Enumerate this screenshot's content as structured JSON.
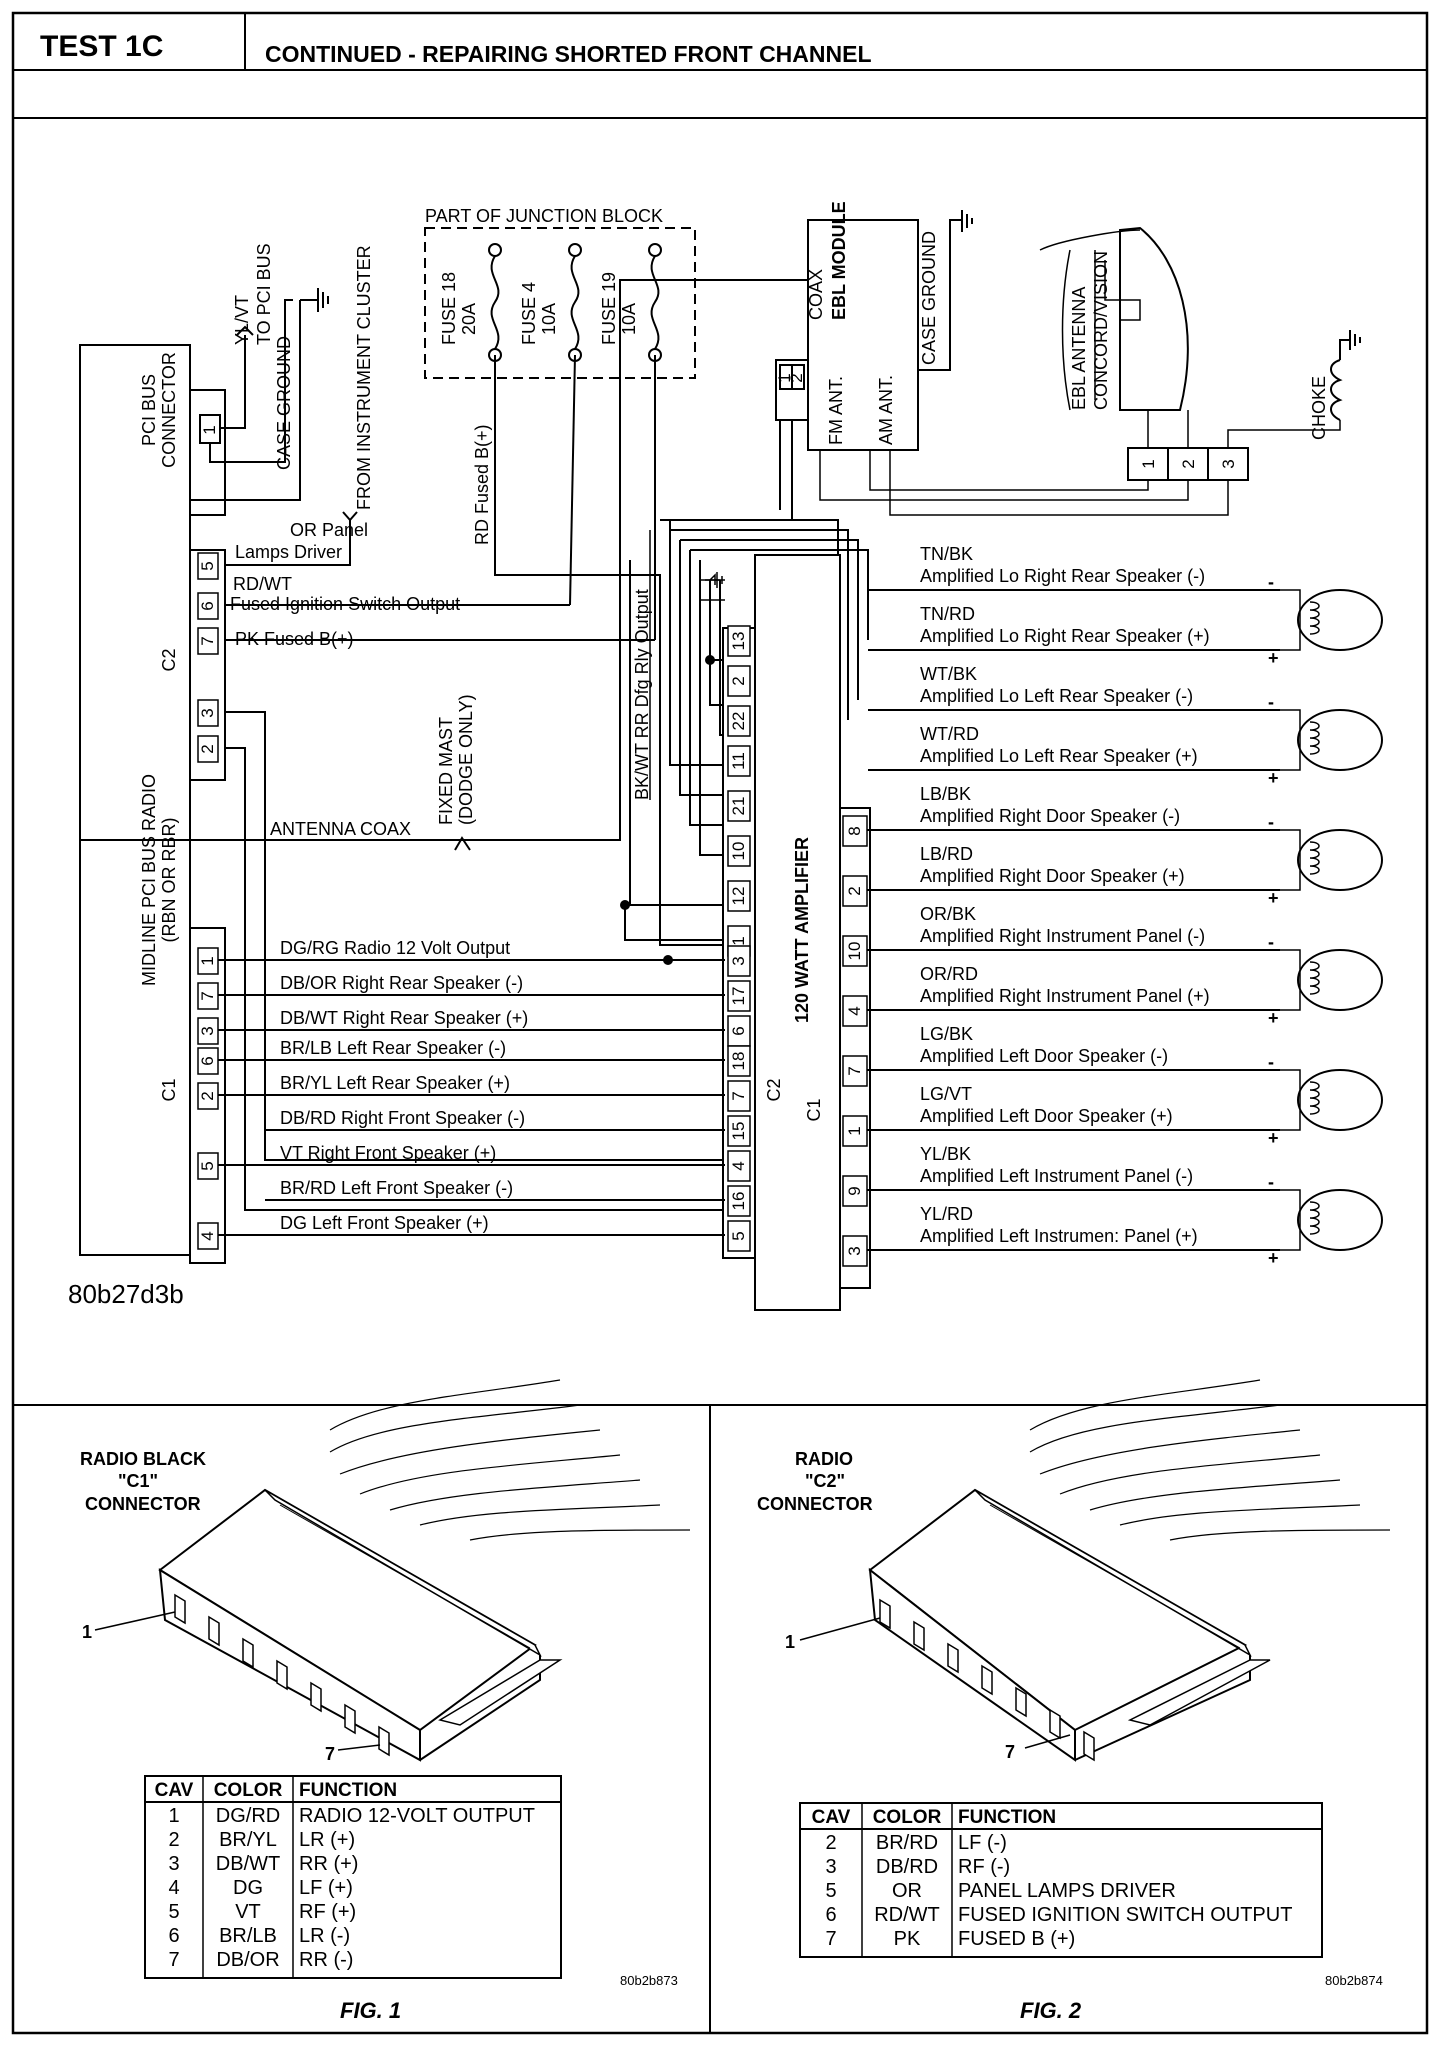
{
  "header": {
    "test_label": "TEST 1C",
    "title": "CONTINUED - REPAIRING SHORTED FRONT CHANNEL"
  },
  "diagram": {
    "junction_block": "PART OF JUNCTION BLOCK",
    "fuses": [
      {
        "name": "FUSE 18",
        "rating": "20A"
      },
      {
        "name": "FUSE 4",
        "rating": "10A"
      },
      {
        "name": "FUSE 19",
        "rating": "10A"
      }
    ],
    "to_pci_bus": "TO PCI BUS",
    "yl_vt": "YL/VT",
    "case_ground": "CASE GROUND",
    "from_instrument_cluster": "FROM INSTRUMENT CLUSTER",
    "pci_bus_connector": [
      "PCI BUS",
      "CONNECTOR"
    ],
    "radio_label": [
      "MIDLINE PCI BUS RADIO",
      "(RBN OR RBR)"
    ],
    "rd_fused_b": "RD Fused B(+)",
    "bk_wt_output": "BK/WT RR Dfg Rly Output",
    "ebl_module": "EBL MODULE",
    "coax": "COAX",
    "fm_ant": "FM ANT.",
    "am_ant": "AM ANT.",
    "ebl_case_ground": "CASE GROUND",
    "ebl_antenna": [
      "EBL ANTENNA",
      "CONCORD/VISION"
    ],
    "choke": "CHOKE",
    "antenna_pins": [
      "1",
      "2",
      "3"
    ],
    "module_pins": [
      "1",
      "2"
    ],
    "fixed_mast": [
      "FIXED MAST",
      "(DODGE ONLY)"
    ],
    "antenna_coax": "ANTENNA COAX",
    "or_panel": [
      "OR Panel",
      "Lamps Driver"
    ],
    "rd_wt": [
      "RD/WT",
      "Fused Ignition Switch Output"
    ],
    "pk_fused": "PK Fused B(+)",
    "c2": "C2",
    "c1": "C1",
    "radio_c2_pins": [
      "5",
      "6",
      "7",
      "3",
      "2"
    ],
    "pci_pin": "1",
    "c1_wires": [
      {
        "pin": "1",
        "amp_pin": "3",
        "label": "DG/RG Radio 12 Volt Output"
      },
      {
        "pin": "7",
        "amp_pin": "17",
        "label": "DB/OR Right Rear Speaker (-)"
      },
      {
        "pin": "3",
        "amp_pin": "6",
        "label": "DB/WT Right Rear Speaker (+)"
      },
      {
        "pin": "6",
        "amp_pin": "18",
        "label": "BR/LB Left Rear Speaker (-)"
      },
      {
        "pin": "2",
        "amp_pin": "7",
        "label": "BR/YL Left Rear Speaker (+)"
      },
      {
        "pin": "",
        "amp_pin": "15",
        "label": "DB/RD Right Front Speaker (-)"
      },
      {
        "pin": "5",
        "amp_pin": "4",
        "label": "VT Right Front Speaker (+)"
      },
      {
        "pin": "",
        "amp_pin": "16",
        "label": "BR/RD Left Front Speaker (-)"
      },
      {
        "pin": "4",
        "amp_pin": "5",
        "label": "DG Left Front Speaker (+)"
      }
    ],
    "amp_upper_pins": [
      "13",
      "2",
      "22",
      "11",
      "21",
      "10",
      "12",
      "1"
    ],
    "amplifier": "120 WATT AMPLIFIER",
    "amp_c2": "C2",
    "amp_c1": "C1",
    "speakers": [
      {
        "pin": "",
        "color": "TN/BK",
        "label": "Amplified Lo Right Rear Speaker (-)"
      },
      {
        "pin": "",
        "color": "TN/RD",
        "label": "Amplified Lo Right Rear Speaker (+)"
      },
      {
        "pin": "",
        "color": "WT/BK",
        "label": "Amplified Lo Left Rear Speaker (-)"
      },
      {
        "pin": "",
        "color": "WT/RD",
        "label": "Amplified Lo Left Rear Speaker (+)"
      },
      {
        "pin": "8",
        "color": "LB/BK",
        "label": "Amplified Right Door Speaker (-)"
      },
      {
        "pin": "2",
        "color": "LB/RD",
        "label": "Amplified Right Door Speaker (+)"
      },
      {
        "pin": "10",
        "color": "OR/BK",
        "label": "Amplified Right Instrument Panel (-)"
      },
      {
        "pin": "4",
        "color": "OR/RD",
        "label": "Amplified Right Instrument Panel (+)"
      },
      {
        "pin": "7",
        "color": "LG/BK",
        "label": "Amplified Left Door Speaker (-)"
      },
      {
        "pin": "1",
        "color": "LG/VT",
        "label": "Amplified Left Door Speaker (+)"
      },
      {
        "pin": "9",
        "color": "YL/BK",
        "label": "Amplified Left Instrument Panel (-)"
      },
      {
        "pin": "3",
        "color": "YL/RD",
        "label": "Amplified Left Instrumen: Panel (+)"
      }
    ],
    "minus": "-",
    "plus": "+",
    "figure_id": "80b27d3b"
  },
  "fig1": {
    "title": [
      "RADIO BLACK",
      "\"C1\"",
      "CONNECTOR"
    ],
    "callout_1": "1",
    "callout_7": "7",
    "headers": [
      "CAV",
      "COLOR",
      "FUNCTION"
    ],
    "rows": [
      [
        "1",
        "DG/RD",
        "RADIO 12-VOLT OUTPUT"
      ],
      [
        "2",
        "BR/YL",
        "LR (+)"
      ],
      [
        "3",
        "DB/WT",
        "RR (+)"
      ],
      [
        "4",
        "DG",
        "LF (+)"
      ],
      [
        "5",
        "VT",
        "RF (+)"
      ],
      [
        "6",
        "BR/LB",
        "LR (-)"
      ],
      [
        "7",
        "DB/OR",
        "RR (-)"
      ]
    ],
    "code": "80b2b873",
    "caption": "FIG. 1"
  },
  "fig2": {
    "title": [
      "RADIO",
      "\"C2\"",
      "CONNECTOR"
    ],
    "callout_1": "1",
    "callout_7": "7",
    "headers": [
      "CAV",
      "COLOR",
      "FUNCTION"
    ],
    "rows": [
      [
        "2",
        "BR/RD",
        "LF (-)"
      ],
      [
        "3",
        "DB/RD",
        "RF (-)"
      ],
      [
        "5",
        "OR",
        "PANEL LAMPS DRIVER"
      ],
      [
        "6",
        "RD/WT",
        "FUSED IGNITION SWITCH OUTPUT"
      ],
      [
        "7",
        "PK",
        "FUSED B (+)"
      ]
    ],
    "code": "80b2b874",
    "caption": "FIG. 2"
  }
}
